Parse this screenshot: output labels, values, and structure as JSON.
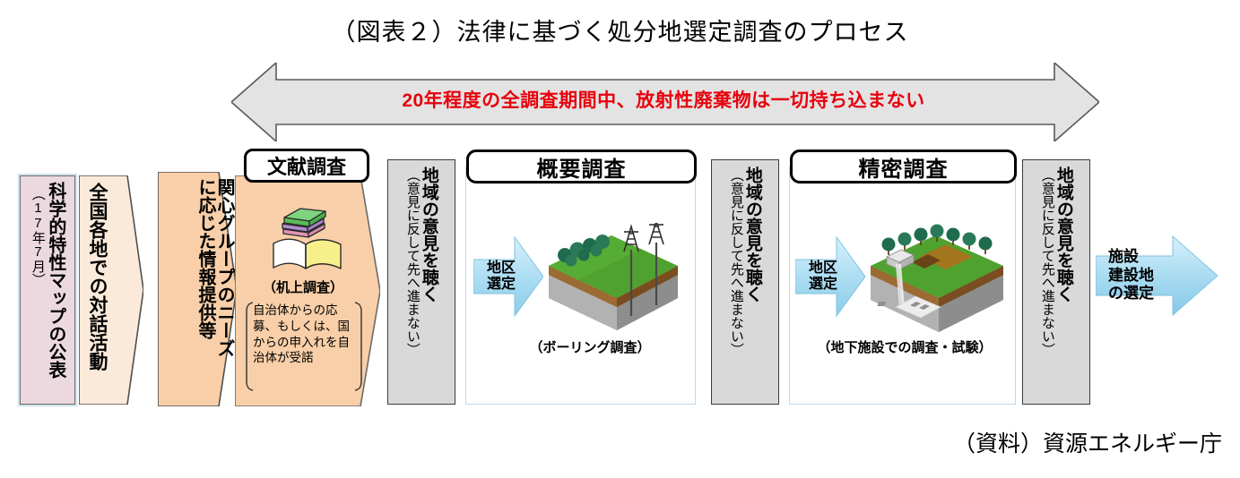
{
  "title": "（図表２）法律に基づく処分地選定調査のプロセス",
  "source": "（資料）資源エネルギー庁",
  "banner": {
    "text": "20年程度の全調査期間中、放射性廃棄物は一切持ち込まない",
    "color": "#e8000d",
    "fill": "#e0e0e0"
  },
  "preliminary_steps": [
    {
      "name": "map",
      "label": "科学的特性マップの公表",
      "sub": "（17年7月）",
      "shape": "rect",
      "fill": "#ecd9df"
    },
    {
      "name": "dialog",
      "label": "全国各地での対話活動",
      "shape": "chevron",
      "fill": "#fbead9"
    },
    {
      "name": "needs",
      "label": "関心グループのニーズ",
      "sub": "に応じた情報提供等",
      "shape": "chevron",
      "fill": "#f8cfa8"
    }
  ],
  "stages": [
    {
      "name": "bunken",
      "heading": "文献調査",
      "caption": "（机上調査）",
      "note": "自治体からの応募、もしくは、国からの申入れを自治体が受諾",
      "icon": "books-icon",
      "fill": "#f8cfa8"
    },
    {
      "name": "gaiyou",
      "heading": "概要調査",
      "caption": "（ボーリング調査）",
      "arrow_label_line1": "地区",
      "arrow_label_line2": "選定",
      "icon": "terrain-boring-icon"
    },
    {
      "name": "seimitsu",
      "heading": "精密調査",
      "caption": "（地下施設での調査・試験）",
      "arrow_label_line1": "地区",
      "arrow_label_line2": "選定",
      "icon": "terrain-underground-facility-icon"
    }
  ],
  "opinion_bars": [
    {
      "main": "地域の意見を聴く",
      "paren": "（意見に反して先へ進まない）"
    },
    {
      "main": "地域の意見を聴く",
      "paren": "（意見に反して先へ進まない）"
    },
    {
      "main": "地域の意見を聴く",
      "paren": "（意見に反して先へ進まない）"
    }
  ],
  "final_arrow": {
    "line1": "施設",
    "line2": "建設地",
    "line3": "の選定",
    "fill": "#a5dcf2"
  },
  "colors": {
    "gray_bar": "#d9d9d9",
    "orange": "#f8cfa8",
    "cream": "#fbead9",
    "pink": "#ecd9df",
    "blue_arrow": "#a5dcf2",
    "panel_border": "#bcd9ee",
    "red_text": "#e8000d",
    "grass": "#4c9e2f",
    "soil": "#8a5a27",
    "rock": "#9b9b9b"
  }
}
